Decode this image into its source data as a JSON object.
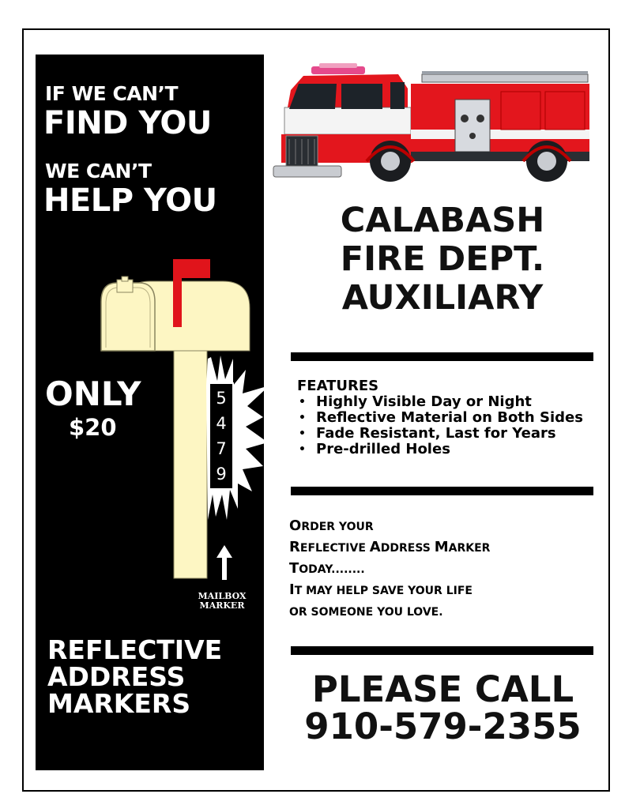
{
  "left": {
    "line1": "IF WE CAN’T",
    "line2": "FIND YOU",
    "line3": "WE CAN’T",
    "line4": "HELP YOU",
    "only": "ONLY",
    "price": "$20",
    "marker_digits": [
      "5",
      "4",
      "7",
      "9"
    ],
    "mailbox_label_1": "MAILBOX",
    "mailbox_label_2": "MARKER",
    "bottom_1": "REFLECTIVE",
    "bottom_2": "ADDRESS",
    "bottom_3": "MARKERS"
  },
  "right": {
    "org_1": "CALABASH",
    "org_2": "FIRE DEPT.",
    "org_3": "AUXILIARY",
    "features_title": "FEATURES",
    "features": [
      "Highly Visible Day or Night",
      "Reflective Material on Both Sides",
      "Fade Resistant, Last for Years",
      "Pre-drilled Holes"
    ],
    "order": [
      {
        "cap": "O",
        "rest": "RDER YOUR"
      },
      {
        "cap": "R",
        "rest": "EFLECTIVE ",
        "cap2": "A",
        "rest2": "DDRESS ",
        "cap3": "M",
        "rest3": "ARKER"
      },
      {
        "cap": "T",
        "rest": "ODAY........"
      },
      {
        "cap": "I",
        "rest": "T MAY HELP SAVE YOUR LIFE"
      },
      {
        "cap": "",
        "rest": "OR SOMEONE YOU LOVE."
      }
    ],
    "call_1": "PLEASE CALL",
    "call_2": "910-579-2355"
  },
  "colors": {
    "panel": "#000000",
    "mailbox": "#fdf6c3",
    "flag": "#e0141b",
    "truck_red": "#e3161d"
  },
  "icons": [
    "fire-truck-image",
    "mailbox-icon",
    "up-arrow-icon",
    "starburst-icon"
  ]
}
